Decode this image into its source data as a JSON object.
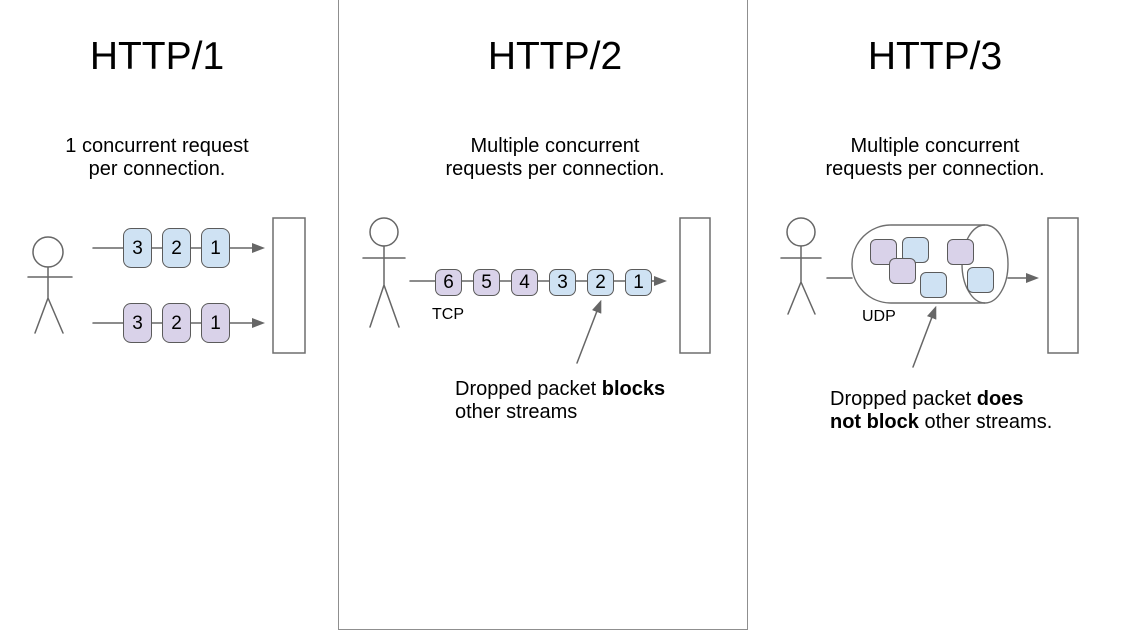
{
  "panels": [
    {
      "title": "HTTP/1",
      "subtitle_line1": "1 concurrent request",
      "subtitle_line2": "per connection.",
      "row1": [
        "3",
        "2",
        "1"
      ],
      "row2": [
        "3",
        "2",
        "1"
      ]
    },
    {
      "title": "HTTP/2",
      "subtitle_line1": "Multiple concurrent",
      "subtitle_line2": "requests per connection.",
      "protocol_label": "TCP",
      "packets": [
        "6",
        "5",
        "4",
        "3",
        "2",
        "1"
      ],
      "caption_line1_pre": "Dropped packet ",
      "caption_line1_bold": "blocks",
      "caption_line2": "other streams"
    },
    {
      "title": "HTTP/3",
      "subtitle_line1": "Multiple concurrent",
      "subtitle_line2": "requests per connection.",
      "protocol_label": "UDP",
      "caption_line1_pre": "Dropped packet ",
      "caption_line1_bold": "does",
      "caption_line2_bold": "not block",
      "caption_line2_post": " other streams."
    }
  ],
  "colors": {
    "blue": "#cfe2f3",
    "purple": "#d9d2e9",
    "line": "#666666",
    "ink": "#000000"
  }
}
